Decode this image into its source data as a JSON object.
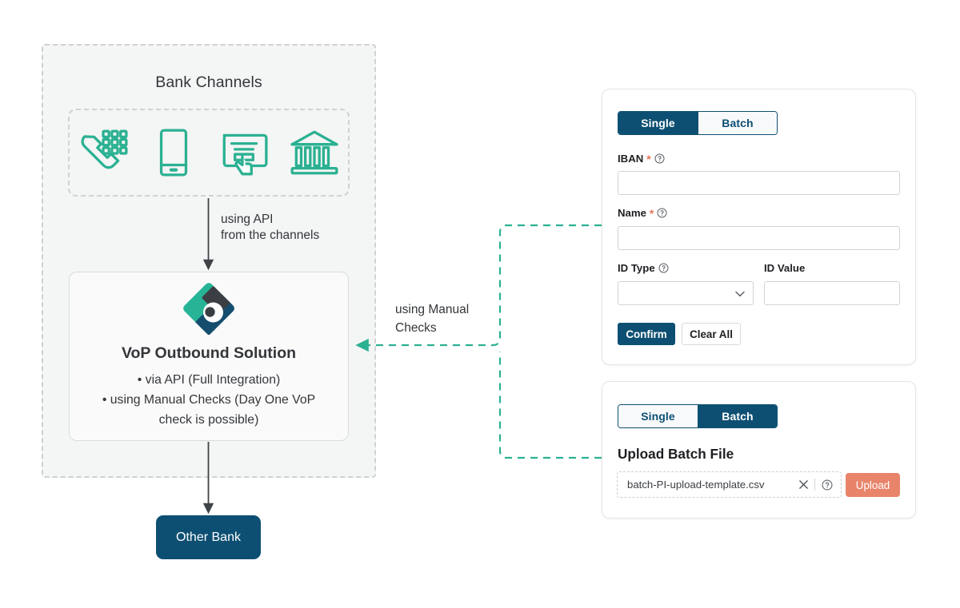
{
  "diagram": {
    "bank_channels_title": "Bank Channels",
    "channel_icons": [
      "landline-phone-keypad-icon",
      "mobile-phone-icon",
      "online-banking-click-icon",
      "bank-building-icon"
    ],
    "api_connector_label": "using API\nfrom the channels",
    "manual_connector_label": "using Manual\nChecks",
    "vop": {
      "logo": "bank-b-diamond-logo",
      "title": "VoP Outbound Solution",
      "bullets": [
        "• via API (Full Integration)",
        "• using Manual Checks (Day One VoP",
        "check is possible)"
      ]
    },
    "other_bank_label": "Other Bank"
  },
  "panel_single": {
    "tabs": [
      {
        "label": "Single",
        "active": true
      },
      {
        "label": "Batch",
        "active": false
      }
    ],
    "fields": {
      "iban": {
        "label": "IBAN",
        "required": "*",
        "help": "help-circle-icon",
        "value": "",
        "placeholder": ""
      },
      "name": {
        "label": "Name",
        "required": "*",
        "help": "help-circle-icon",
        "value": "",
        "placeholder": ""
      },
      "id_type": {
        "label": "ID Type",
        "help": "help-circle-icon",
        "value": "",
        "placeholder": "",
        "chevron": "chevron-down-icon"
      },
      "id_value": {
        "label": "ID Value",
        "value": "",
        "placeholder": ""
      }
    },
    "buttons": {
      "confirm": "Confirm",
      "clear_all": "Clear All"
    }
  },
  "panel_batch": {
    "tabs": [
      {
        "label": "Single",
        "active": false
      },
      {
        "label": "Batch",
        "active": true
      }
    ],
    "upload_title": "Upload Batch File",
    "file_name": "batch-PI-upload-template.csv",
    "clear_icon": "close-x-icon",
    "help_icon": "help-circle-icon",
    "upload_button": "Upload"
  },
  "colors": {
    "navy": "#0d4f72",
    "teal": "#2bb192",
    "coral": "#e8846a",
    "panel_bg": "#f4f5f5",
    "dashed_gray": "#cfd2d4",
    "text": "#33363a"
  }
}
